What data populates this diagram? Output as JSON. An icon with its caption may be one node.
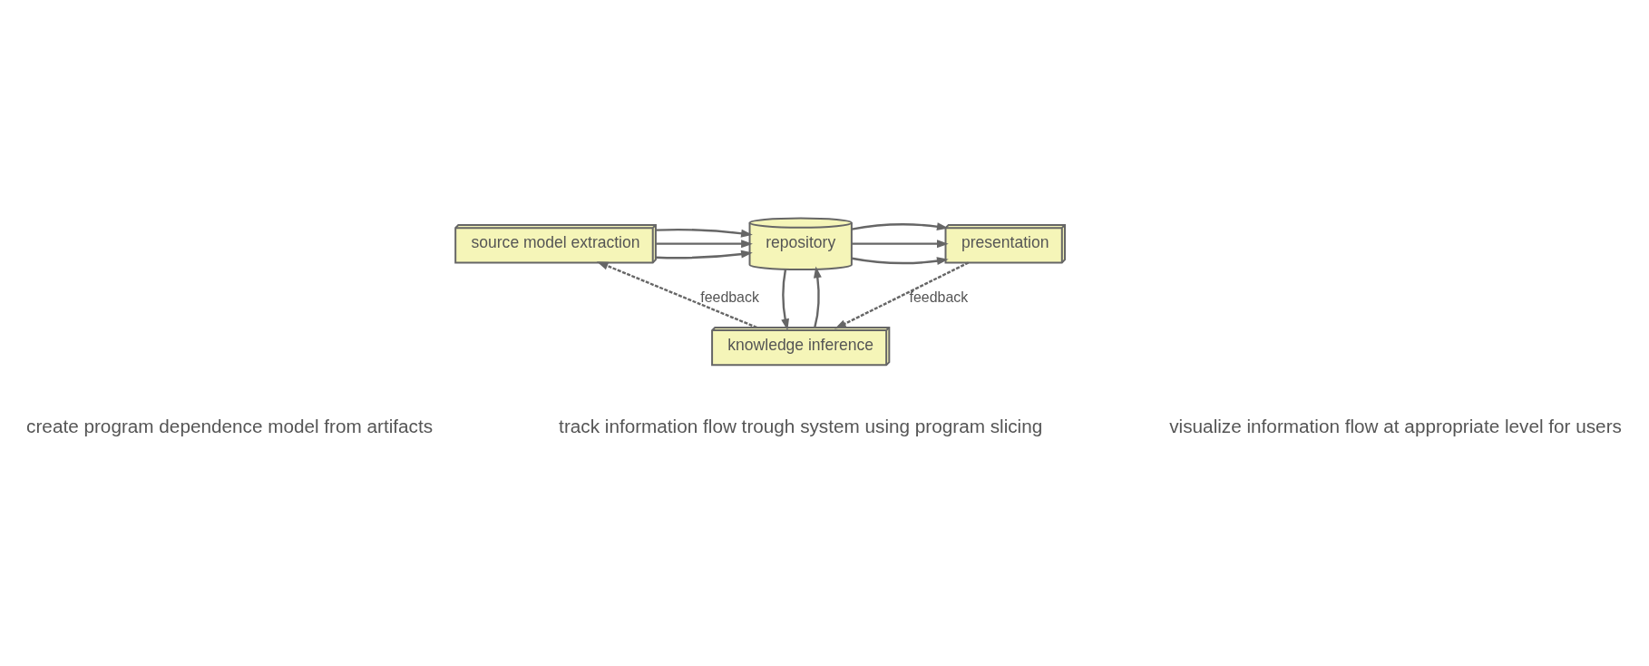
{
  "diagram": {
    "nodes": [
      {
        "text": [
          "source model extraction"
        ]
      },
      {
        "text": [
          "repository"
        ]
      },
      {
        "text": [
          "presentation"
        ]
      },
      {
        "text": [
          "knowledge inference"
        ]
      }
    ],
    "edges": [
      {
        "from": 0,
        "to": 1,
        "arrow": "to"
      },
      {
        "from": 0,
        "to": 1,
        "arrow": "to"
      },
      {
        "from": 0,
        "to": 1,
        "arrow": "to"
      },
      {
        "from": 1,
        "to": 2,
        "arrow": "to"
      },
      {
        "from": 1,
        "to": 2,
        "arrow": "to"
      },
      {
        "from": 1,
        "to": 2,
        "arrow": "to"
      },
      {
        "from": 3,
        "to": 1,
        "arrow": "to"
      },
      {
        "from": 1,
        "to": 3,
        "arrow": "to"
      },
      {
        "from": 3,
        "to": 0,
        "arrow": "to",
        "style": "dashed",
        "label": "feedback"
      },
      {
        "from": 2,
        "to": 3,
        "arrow": "to",
        "style": "dashed",
        "label": "feedback"
      }
    ],
    "labels": [
      "create program dependence model from artifacts",
      "track information flow trough system using program slicing",
      "visualize information flow at appropriate level for users"
    ]
  }
}
